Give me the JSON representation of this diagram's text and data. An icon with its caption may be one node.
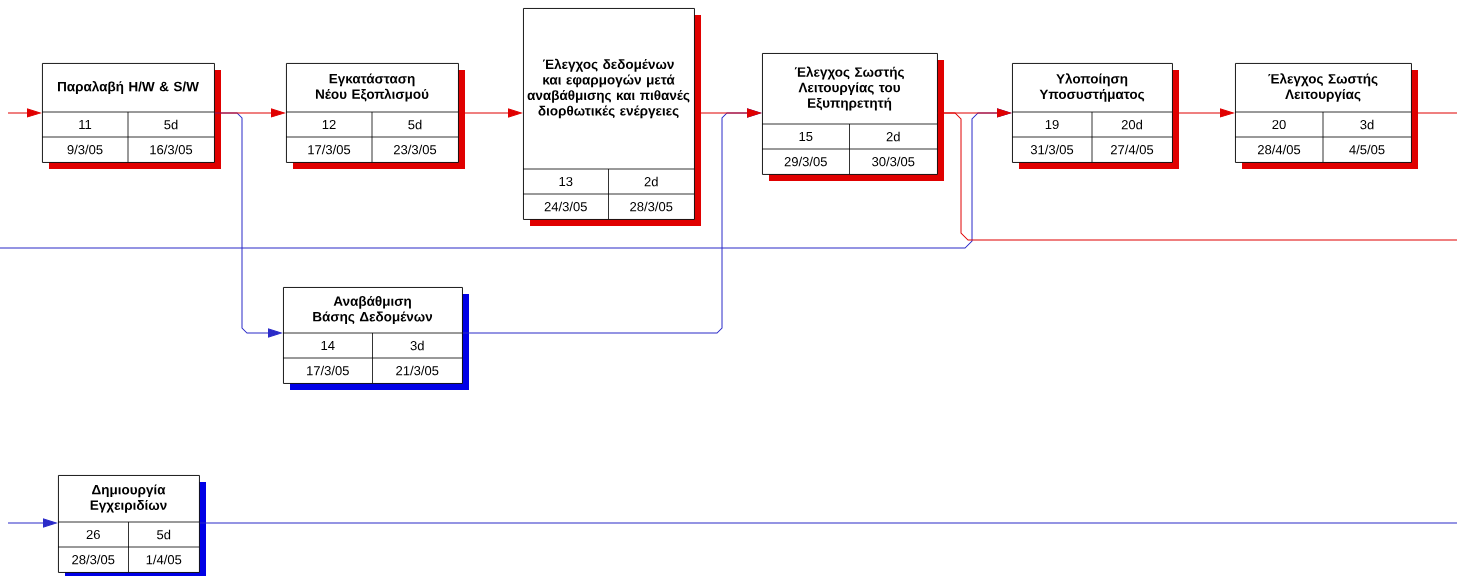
{
  "diagram": {
    "nodes": [
      {
        "text": [
          "Παραλαβή H/W & S/W",
          "11",
          "5d",
          "9/3/05",
          "16/3/05"
        ]
      },
      {
        "text": [
          "Εγκατάσταση Νέου Εξοπλισμού",
          "12",
          "5d",
          "17/3/05",
          "23/3/05"
        ]
      },
      {
        "text": [
          "Έλεγχος δεδομένων και εφαρμογών μετά αναβάθμισης και πιθανές διορθωτικές ενέργειες",
          "13",
          "2d",
          "24/3/05",
          "28/3/05"
        ]
      },
      {
        "text": [
          "Έλεγχος Σωστής Λειτουργίας του Εξυπηρετητή",
          "15",
          "2d",
          "29/3/05",
          "30/3/05"
        ]
      },
      {
        "text": [
          "Αναβάθμιση Βάσης Δεδομένων",
          "14",
          "3d",
          "17/3/05",
          "21/3/05"
        ]
      },
      {
        "text": [
          "Υλοποίηση Υποσυστήματος",
          "19",
          "20d",
          "31/3/05",
          "27/4/05"
        ]
      },
      {
        "text": [
          "Έλεγχος Σωστής Λειτουργίας",
          "20",
          "3d",
          "28/4/05",
          "4/5/05"
        ]
      },
      {
        "text": [
          "Δημιουργία Εγχειριδίων",
          "26",
          "5d",
          "28/3/05",
          "1/4/05"
        ]
      }
    ],
    "edges": [
      {
        "from": null,
        "to": 0,
        "arrow": "to"
      },
      {
        "from": 0,
        "to": 1,
        "arrow": "to"
      },
      {
        "from": 1,
        "to": 2,
        "arrow": "to"
      },
      {
        "from": 2,
        "to": 3,
        "arrow": "to"
      },
      {
        "from": 0,
        "to": 4,
        "arrow": "to",
        "color": "#2b2bc8"
      },
      {
        "from": 4,
        "to": 3,
        "arrow": "to",
        "color": "#2b2bc8"
      },
      {
        "from": 3,
        "to": 5,
        "arrow": "to"
      },
      {
        "from": 5,
        "to": 6,
        "arrow": "to"
      },
      {
        "from": 6,
        "to": null,
        "arrow": "none"
      },
      {
        "from": null,
        "to": 5,
        "arrow": "to",
        "color": "#2b2bc8"
      },
      {
        "from": 3,
        "to": null,
        "arrow": "none"
      },
      {
        "from": null,
        "to": 7,
        "arrow": "to",
        "color": "#2b2bc8"
      },
      {
        "from": 7,
        "to": null,
        "arrow": "none",
        "color": "#2b2bc8"
      }
    ]
  }
}
